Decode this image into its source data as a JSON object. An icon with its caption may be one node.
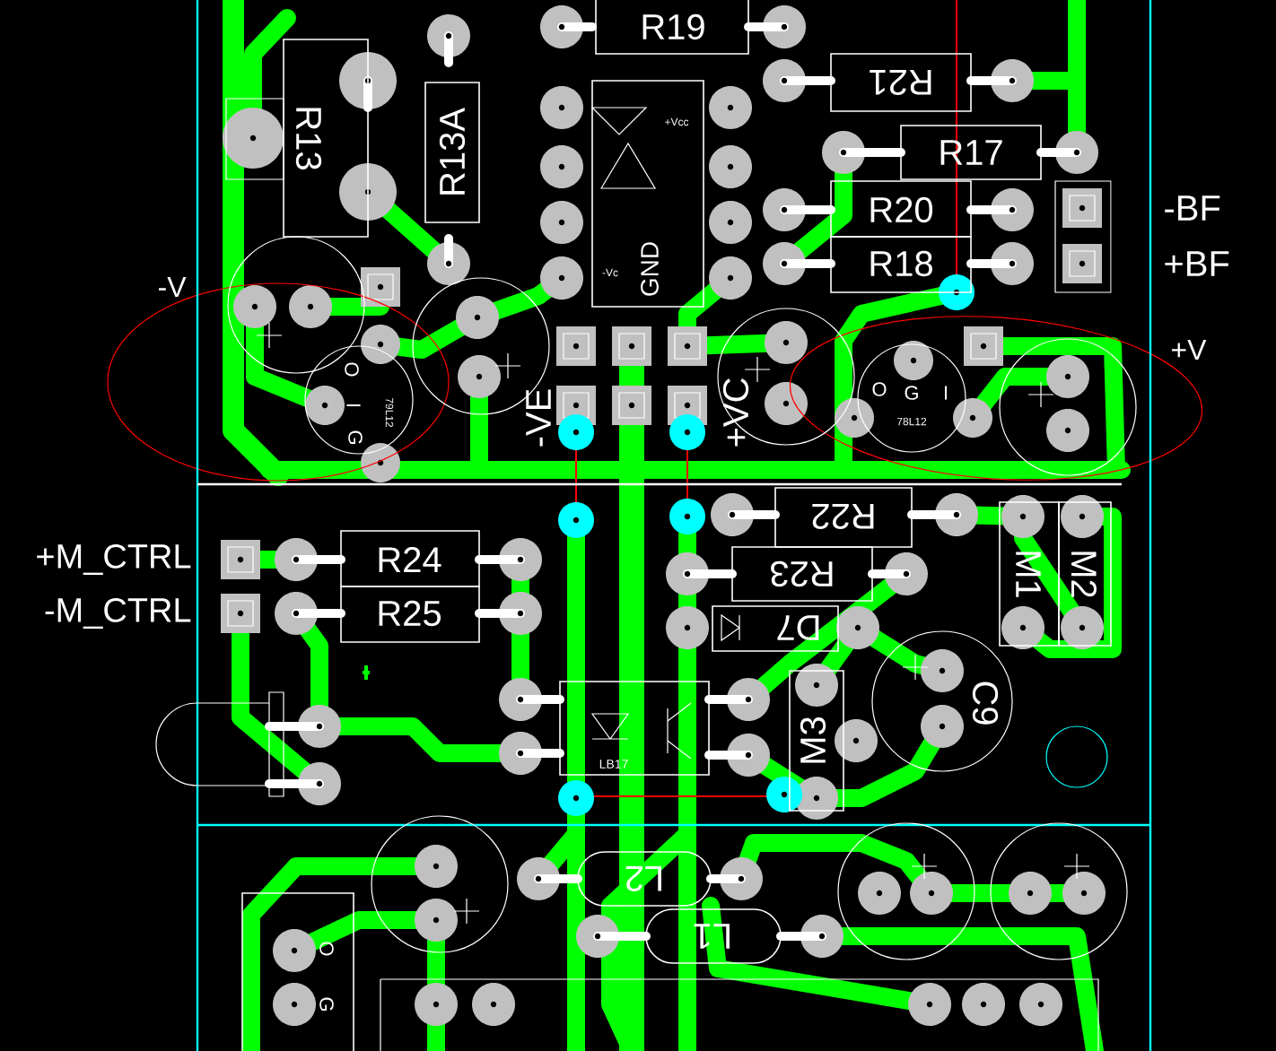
{
  "diagram": {
    "nodes": [
      {
        "text": [
          "R19"
        ]
      },
      {
        "text": [
          "R13"
        ]
      },
      {
        "text": [
          "R13A"
        ]
      },
      {
        "text": [
          "+Vcc",
          "-Vc",
          "GND"
        ]
      },
      {
        "text": [
          "R21"
        ]
      },
      {
        "text": [
          "R17"
        ]
      },
      {
        "text": [
          "R20"
        ]
      },
      {
        "text": [
          "R18"
        ]
      },
      {
        "text": [
          "O",
          "I",
          "G",
          "79L12"
        ]
      },
      {
        "text": [
          "O",
          "G",
          "I",
          "78L12"
        ]
      },
      {
        "text": [
          "R24"
        ]
      },
      {
        "text": [
          "R25"
        ]
      },
      {
        "text": [
          "LB17"
        ]
      },
      {
        "text": [
          "R22"
        ]
      },
      {
        "text": [
          "R23"
        ]
      },
      {
        "text": [
          "D7"
        ]
      },
      {
        "text": [
          "M1"
        ]
      },
      {
        "text": [
          "M2"
        ]
      },
      {
        "text": [
          "M3"
        ]
      },
      {
        "text": [
          "C9"
        ]
      },
      {
        "text": [
          "L2"
        ]
      },
      {
        "text": [
          "L1"
        ]
      },
      {
        "text": [
          "O",
          "G"
        ]
      },
      {
        "text": [],
        "shape": "circle"
      },
      {
        "text": [],
        "shape": "circle"
      },
      {
        "text": [],
        "shape": "circle"
      },
      {
        "text": [],
        "shape": "circle"
      },
      {
        "text": [],
        "shape": "circle"
      },
      {
        "text": [],
        "shape": "circle"
      },
      {
        "text": [],
        "shape": "circle"
      }
    ],
    "labels": [
      "-BF",
      "+BF",
      "-V",
      "+V",
      "-VE",
      "+VC",
      "+M_CTRL",
      "-M_CTRL"
    ]
  }
}
